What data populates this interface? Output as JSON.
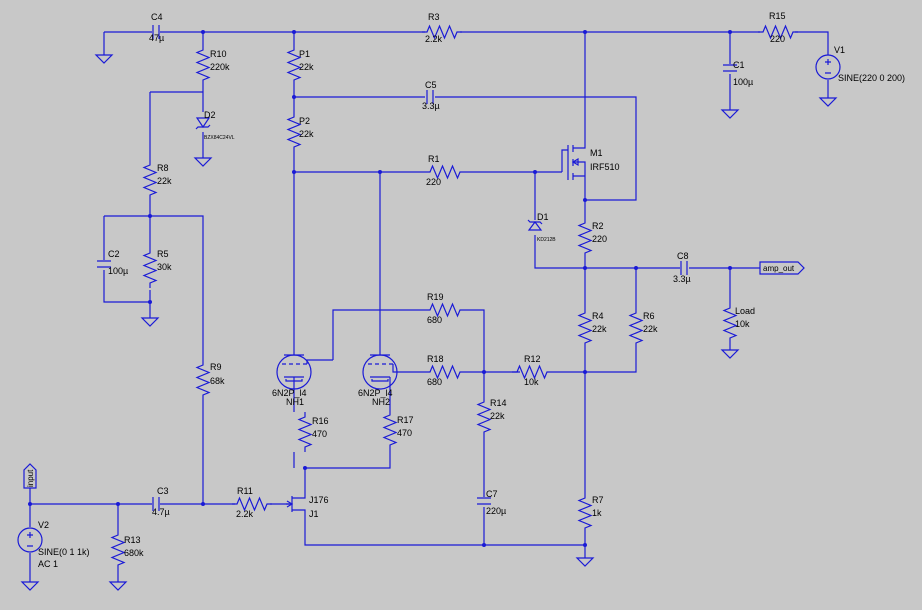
{
  "components": {
    "C4": {
      "ref": "C4",
      "value": "47µ"
    },
    "R10": {
      "ref": "R10",
      "value": "220k"
    },
    "P1": {
      "ref": "P1",
      "value": "22k"
    },
    "R3": {
      "ref": "R3",
      "value": "2.2k"
    },
    "R15": {
      "ref": "R15",
      "value": "220"
    },
    "V1": {
      "ref": "V1",
      "value": "SINE(220 0 200)"
    },
    "C1": {
      "ref": "C1",
      "value": "100µ"
    },
    "C5": {
      "ref": "C5",
      "value": "3.3µ"
    },
    "D2": {
      "ref": "D2",
      "value": "BZX84C24VL"
    },
    "P2": {
      "ref": "P2",
      "value": "22k"
    },
    "M1": {
      "ref": "M1",
      "value": "IRF510"
    },
    "R1": {
      "ref": "R1",
      "value": "220"
    },
    "R8": {
      "ref": "R8",
      "value": "22k"
    },
    "D1": {
      "ref": "D1",
      "value": "KD212B"
    },
    "R2": {
      "ref": "R2",
      "value": "220"
    },
    "C2": {
      "ref": "C2",
      "value": "100µ"
    },
    "R5": {
      "ref": "R5",
      "value": "30k"
    },
    "C8": {
      "ref": "C8",
      "value": "3.3µ"
    },
    "Load": {
      "ref": "Load",
      "value": "10k"
    },
    "R19": {
      "ref": "R19",
      "value": "680"
    },
    "R4": {
      "ref": "R4",
      "value": "22k"
    },
    "R6": {
      "ref": "R6",
      "value": "22k"
    },
    "R9": {
      "ref": "R9",
      "value": "68k"
    },
    "NH1": {
      "ref": "NH1",
      "value": "6N2P_l4"
    },
    "NH2": {
      "ref": "NH2",
      "value": "6N2P_l4"
    },
    "R18": {
      "ref": "R18",
      "value": "680"
    },
    "R12": {
      "ref": "R12",
      "value": "10k"
    },
    "R14": {
      "ref": "R14",
      "value": "22k"
    },
    "R16": {
      "ref": "R16",
      "value": "470"
    },
    "R17": {
      "ref": "R17",
      "value": "470"
    },
    "C3": {
      "ref": "C3",
      "value": "4.7µ"
    },
    "R11": {
      "ref": "R11",
      "value": "2.2k"
    },
    "J1": {
      "ref": "J1",
      "value": "J176"
    },
    "C7": {
      "ref": "C7",
      "value": "220µ"
    },
    "V2": {
      "ref": "V2",
      "value": "SINE(0 1 1k)",
      "extra": "AC 1"
    },
    "R13": {
      "ref": "R13",
      "value": "680k"
    },
    "R7": {
      "ref": "R7",
      "value": "1k"
    }
  },
  "flags": {
    "input": "input",
    "amp_out": "amp_out"
  }
}
